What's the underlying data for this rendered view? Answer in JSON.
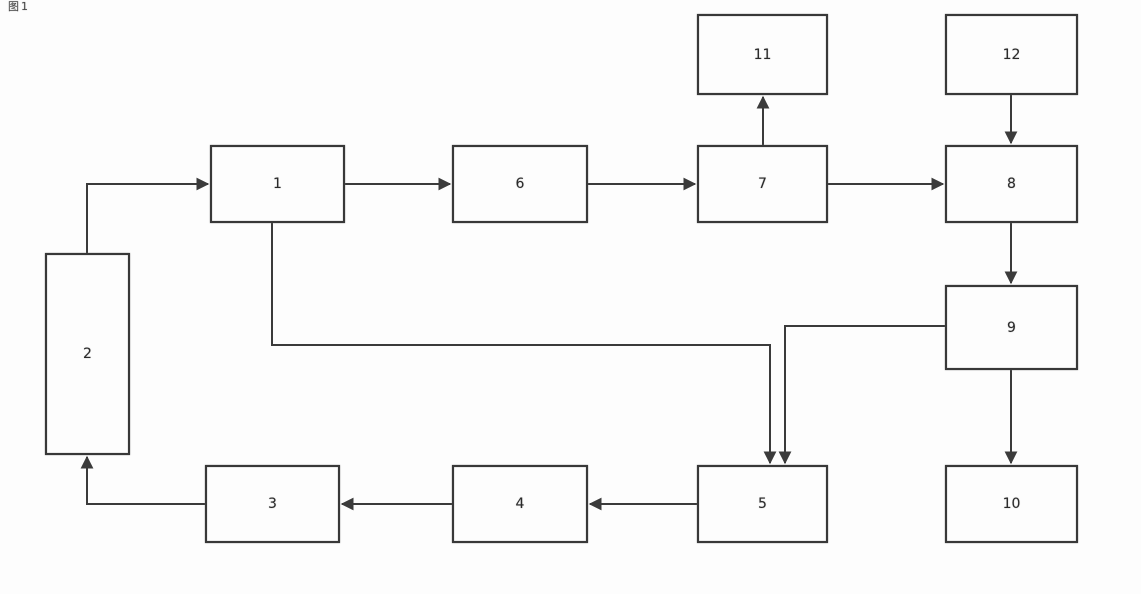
{
  "figure_label": "图1",
  "diagram": {
    "type": "flowchart",
    "nodes": [
      {
        "id": "1",
        "label": "1"
      },
      {
        "id": "2",
        "label": "2"
      },
      {
        "id": "3",
        "label": "3"
      },
      {
        "id": "4",
        "label": "4"
      },
      {
        "id": "5",
        "label": "5"
      },
      {
        "id": "6",
        "label": "6"
      },
      {
        "id": "7",
        "label": "7"
      },
      {
        "id": "8",
        "label": "8"
      },
      {
        "id": "9",
        "label": "9"
      },
      {
        "id": "10",
        "label": "10"
      },
      {
        "id": "11",
        "label": "11"
      },
      {
        "id": "12",
        "label": "12"
      }
    ],
    "edges": [
      {
        "from": "2",
        "to": "1"
      },
      {
        "from": "1",
        "to": "6"
      },
      {
        "from": "6",
        "to": "7"
      },
      {
        "from": "7",
        "to": "11"
      },
      {
        "from": "7",
        "to": "8"
      },
      {
        "from": "12",
        "to": "8"
      },
      {
        "from": "8",
        "to": "9"
      },
      {
        "from": "9",
        "to": "10"
      },
      {
        "from": "1",
        "to": "5"
      },
      {
        "from": "9",
        "to": "5"
      },
      {
        "from": "5",
        "to": "4"
      },
      {
        "from": "4",
        "to": "3"
      },
      {
        "from": "3",
        "to": "2"
      }
    ]
  }
}
